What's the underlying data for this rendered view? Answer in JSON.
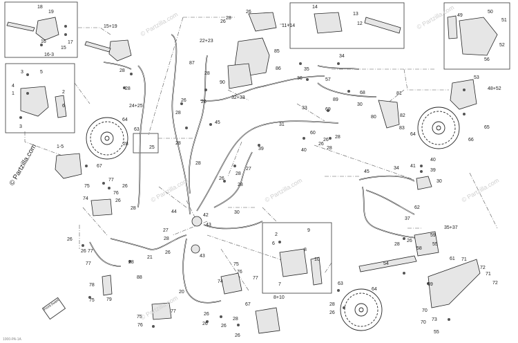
{
  "copyright": "© Partzilla.com",
  "watermark": "© Partzilla.com",
  "front_badge": "Front Avant",
  "footer_code": "1000-PA-1A",
  "callouts": [
    {
      "text": "18"
    },
    {
      "text": "19"
    },
    {
      "text": "16"
    },
    {
      "text": "15"
    },
    {
      "text": "16-3"
    },
    {
      "text": "17"
    },
    {
      "text": "15+19"
    },
    {
      "text": "28"
    },
    {
      "text": "24+25"
    },
    {
      "text": "3"
    },
    {
      "text": "5"
    },
    {
      "text": "4"
    },
    {
      "text": "1"
    },
    {
      "text": "2"
    },
    {
      "text": "6"
    },
    {
      "text": "3"
    },
    {
      "text": "28"
    },
    {
      "text": "64"
    },
    {
      "text": "63"
    },
    {
      "text": "28"
    },
    {
      "text": "1-5"
    },
    {
      "text": "67"
    },
    {
      "text": "26"
    },
    {
      "text": "75"
    },
    {
      "text": "77"
    },
    {
      "text": "74"
    },
    {
      "text": "76"
    },
    {
      "text": "26"
    },
    {
      "text": "26"
    },
    {
      "text": "28"
    },
    {
      "text": "26"
    },
    {
      "text": "77"
    },
    {
      "text": "77"
    },
    {
      "text": "79"
    },
    {
      "text": "75"
    },
    {
      "text": "78"
    },
    {
      "text": "21"
    },
    {
      "text": "88"
    },
    {
      "text": "28"
    },
    {
      "text": "26"
    },
    {
      "text": "28"
    },
    {
      "text": "26"
    },
    {
      "text": "22+23"
    },
    {
      "text": "87"
    },
    {
      "text": "28"
    },
    {
      "text": "90"
    },
    {
      "text": "32+33"
    },
    {
      "text": "85"
    },
    {
      "text": "86"
    },
    {
      "text": "26"
    },
    {
      "text": "28"
    },
    {
      "text": "26"
    },
    {
      "text": "45"
    },
    {
      "text": "28"
    },
    {
      "text": "28"
    },
    {
      "text": "31"
    },
    {
      "text": "27"
    },
    {
      "text": "28"
    },
    {
      "text": "26"
    },
    {
      "text": "28"
    },
    {
      "text": "30"
    },
    {
      "text": "44"
    },
    {
      "text": "42"
    },
    {
      "text": "43"
    },
    {
      "text": "43"
    },
    {
      "text": "27"
    },
    {
      "text": "28"
    },
    {
      "text": "26"
    },
    {
      "text": "20"
    },
    {
      "text": "75"
    },
    {
      "text": "76"
    },
    {
      "text": "77"
    },
    {
      "text": "74"
    },
    {
      "text": "75"
    },
    {
      "text": "77"
    },
    {
      "text": "76"
    },
    {
      "text": "25"
    },
    {
      "text": "26"
    },
    {
      "text": "26"
    },
    {
      "text": "28"
    },
    {
      "text": "26"
    },
    {
      "text": "14"
    },
    {
      "text": "13"
    },
    {
      "text": "11+14"
    },
    {
      "text": "12"
    },
    {
      "text": "35"
    },
    {
      "text": "36"
    },
    {
      "text": "57"
    },
    {
      "text": "33"
    },
    {
      "text": "34"
    },
    {
      "text": "68"
    },
    {
      "text": "30"
    },
    {
      "text": "89"
    },
    {
      "text": "69"
    },
    {
      "text": "60"
    },
    {
      "text": "28"
    },
    {
      "text": "26"
    },
    {
      "text": "39"
    },
    {
      "text": "40"
    },
    {
      "text": "26"
    },
    {
      "text": "28"
    },
    {
      "text": "81"
    },
    {
      "text": "82"
    },
    {
      "text": "83"
    },
    {
      "text": "80"
    },
    {
      "text": "48+52"
    },
    {
      "text": "53"
    },
    {
      "text": "65"
    },
    {
      "text": "66"
    },
    {
      "text": "64"
    },
    {
      "text": "49"
    },
    {
      "text": "50"
    },
    {
      "text": "51"
    },
    {
      "text": "52"
    },
    {
      "text": "56"
    },
    {
      "text": "40"
    },
    {
      "text": "41"
    },
    {
      "text": "39"
    },
    {
      "text": "30"
    },
    {
      "text": "45"
    },
    {
      "text": "34"
    },
    {
      "text": "62"
    },
    {
      "text": "37"
    },
    {
      "text": "35+37"
    },
    {
      "text": "28"
    },
    {
      "text": "26"
    },
    {
      "text": "58"
    },
    {
      "text": "59"
    },
    {
      "text": "54"
    },
    {
      "text": "55"
    },
    {
      "text": "61"
    },
    {
      "text": "71"
    },
    {
      "text": "72"
    },
    {
      "text": "71"
    },
    {
      "text": "72"
    },
    {
      "text": "69"
    },
    {
      "text": "70"
    },
    {
      "text": "73"
    },
    {
      "text": "70"
    },
    {
      "text": "55"
    },
    {
      "text": "9"
    },
    {
      "text": "2"
    },
    {
      "text": "6"
    },
    {
      "text": "8"
    },
    {
      "text": "10"
    },
    {
      "text": "7"
    },
    {
      "text": "67"
    },
    {
      "text": "8+10"
    },
    {
      "text": "63"
    },
    {
      "text": "64"
    },
    {
      "text": "28"
    },
    {
      "text": "26"
    },
    {
      "text": "26"
    }
  ]
}
